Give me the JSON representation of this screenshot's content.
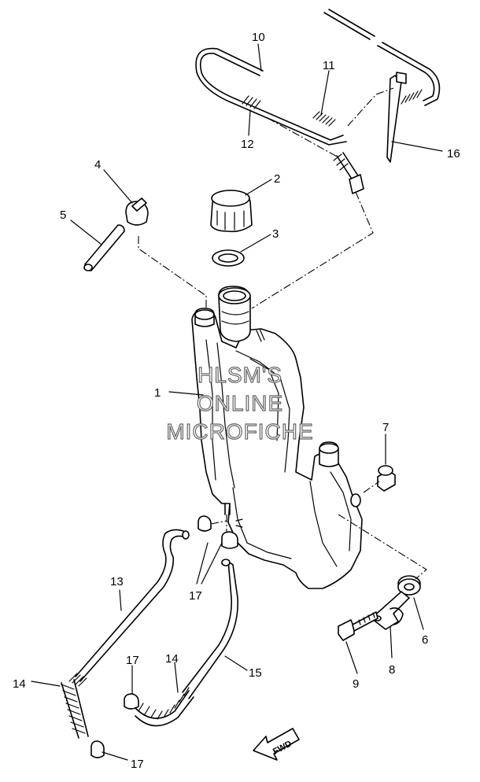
{
  "watermark": [
    "HLSM'S",
    "ONLINE",
    "MICROFICHE"
  ],
  "direction_badge": "FWD",
  "callouts": {
    "c1": "1",
    "c2": "2",
    "c3": "3",
    "c4": "4",
    "c5": "5",
    "c6": "6",
    "c7": "7",
    "c8": "8",
    "c9": "9",
    "c10": "10",
    "c11": "11",
    "c12": "12",
    "c13": "13",
    "c14a": "14",
    "c14b": "14",
    "c15": "15",
    "c16": "16",
    "c17a": "17",
    "c17b": "17",
    "c17c": "17"
  }
}
